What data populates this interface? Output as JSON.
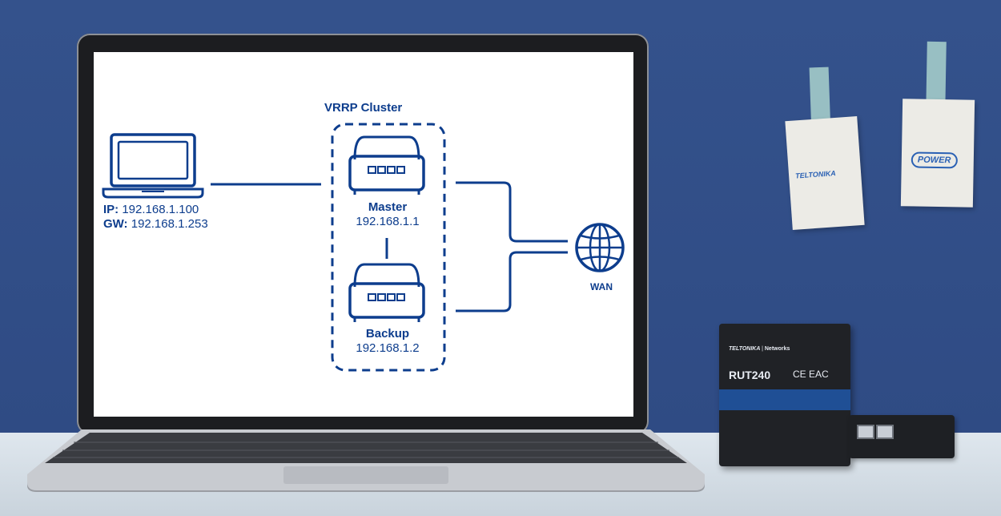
{
  "diagram": {
    "cluster_title": "VRRP Cluster",
    "client": {
      "ip_label": "IP:",
      "ip_value": "192.168.1.100",
      "gw_label": "GW:",
      "gw_value": "192.168.1.253"
    },
    "master": {
      "name": "Master",
      "ip": "192.168.1.1"
    },
    "backup": {
      "name": "Backup",
      "ip": "192.168.1.2"
    },
    "wan_label": "WAN",
    "color": "#0d3d8d"
  },
  "scene": {
    "note_left": "TELTONIKA",
    "note_right": "POWER",
    "router": {
      "brand": "TELTONIKA",
      "networks": "Networks",
      "model": "RUT240",
      "marks": "CE EAC"
    }
  }
}
